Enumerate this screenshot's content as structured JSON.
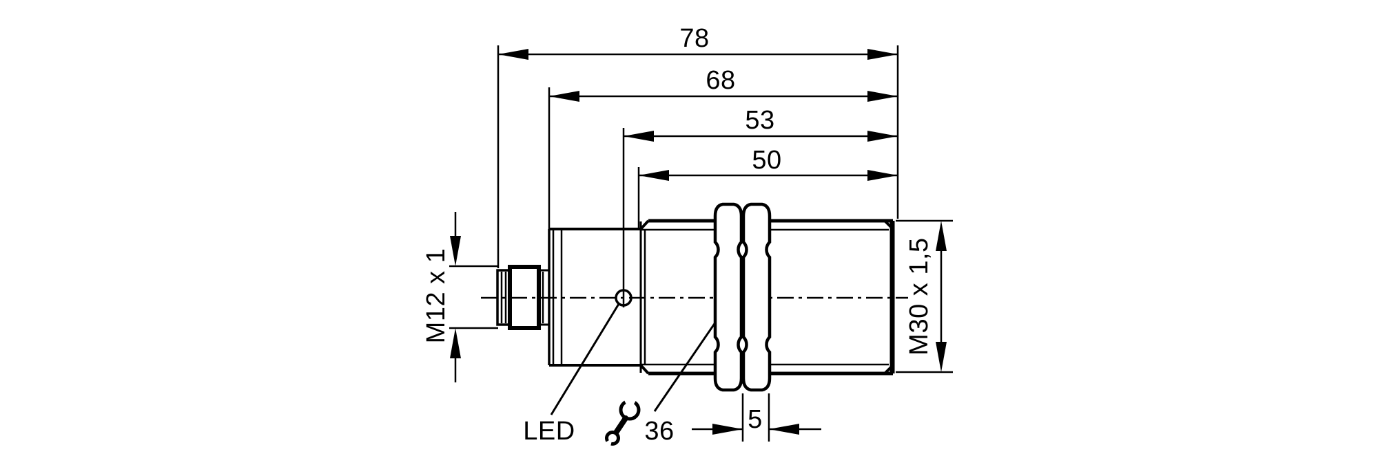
{
  "diagram": {
    "type": "technical-dimension-drawing",
    "subject": "cylindrical threaded sensor, side view with dimensions",
    "dimensions_mm": {
      "overall_length": "78",
      "housing_length": "68",
      "led_to_front": "53",
      "thread_length": "50",
      "nut_width": "5"
    },
    "labels": {
      "connector_thread": "M12 x 1",
      "housing_thread": "M30 x 1,5",
      "led": "LED",
      "wrench_size": "36"
    },
    "colors": {
      "line": "#000000",
      "background": "#ffffff"
    }
  }
}
